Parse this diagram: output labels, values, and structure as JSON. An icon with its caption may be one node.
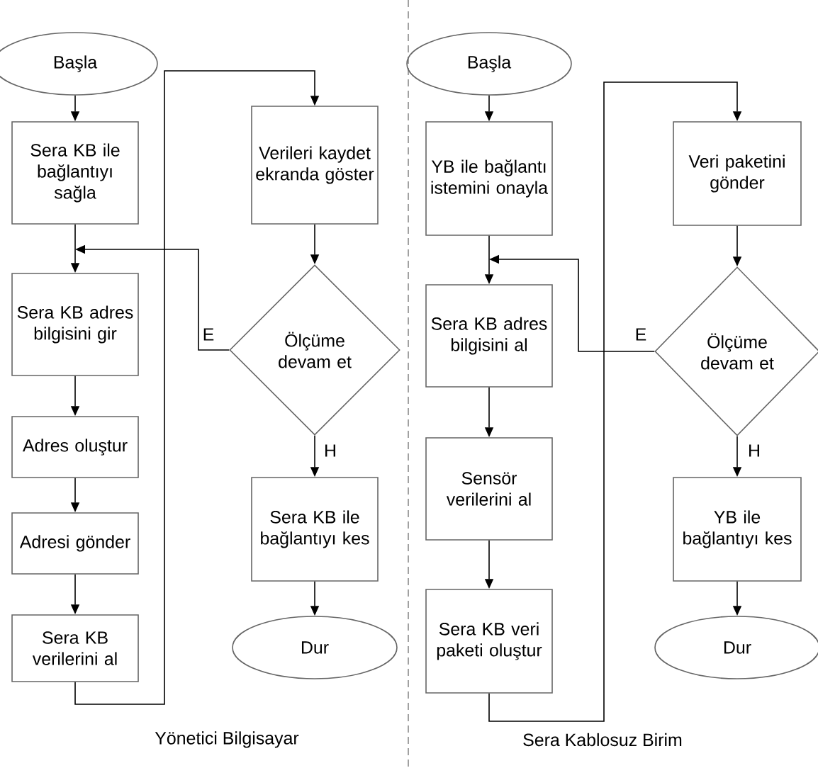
{
  "diagram": {
    "nodes": [
      {
        "text": [
          "Başla"
        ]
      },
      {
        "text": [
          "Sera KB ile bağlantıyı sağla"
        ]
      },
      {
        "text": [
          "Sera KB adres bilgisini gir"
        ]
      },
      {
        "text": [
          "Adres oluştur"
        ]
      },
      {
        "text": [
          "Adresi gönder"
        ]
      },
      {
        "text": [
          "Sera KB verilerini al"
        ]
      },
      {
        "text": [
          "Verileri kaydet ekranda göster"
        ]
      },
      {
        "text": [
          "Ölçüme devam et"
        ]
      },
      {
        "text": [
          "Sera KB ile bağlantıyı kes"
        ]
      },
      {
        "text": [
          "Dur"
        ]
      },
      {
        "text": [
          "Başla"
        ]
      },
      {
        "text": [
          "YB ile bağlantı istemini onayla"
        ]
      },
      {
        "text": [
          "Sera KB adres bilgisini al"
        ]
      },
      {
        "text": [
          "Sensör verilerini al"
        ]
      },
      {
        "text": [
          "Sera KB veri paketi oluştur"
        ]
      },
      {
        "text": [
          "Veri paketini gönder"
        ]
      },
      {
        "text": [
          "Ölçüme devam et"
        ]
      },
      {
        "text": [
          "YB ile bağlantıyı kes"
        ]
      },
      {
        "text": [
          "Dur"
        ]
      }
    ],
    "edges": [
      {
        "from": 0,
        "to": 1,
        "arrow": "to"
      },
      {
        "from": 1,
        "to": 2,
        "arrow": "to"
      },
      {
        "from": 2,
        "to": 3,
        "arrow": "to"
      },
      {
        "from": 3,
        "to": 4,
        "arrow": "to"
      },
      {
        "from": 4,
        "to": 5,
        "arrow": "to"
      },
      {
        "from": 5,
        "to": 6,
        "arrow": "to"
      },
      {
        "from": 6,
        "to": 7,
        "arrow": "to"
      },
      {
        "from": 7,
        "to": 2,
        "arrow": "to",
        "label": "E"
      },
      {
        "from": 7,
        "to": 8,
        "arrow": "to",
        "label": "H"
      },
      {
        "from": 8,
        "to": 9,
        "arrow": "to"
      },
      {
        "from": 10,
        "to": 11,
        "arrow": "to"
      },
      {
        "from": 11,
        "to": 12,
        "arrow": "to"
      },
      {
        "from": 12,
        "to": 13,
        "arrow": "to"
      },
      {
        "from": 13,
        "to": 14,
        "arrow": "to"
      },
      {
        "from": 14,
        "to": 15,
        "arrow": "to"
      },
      {
        "from": 15,
        "to": 16,
        "arrow": "to"
      },
      {
        "from": 16,
        "to": 12,
        "arrow": "to",
        "label": "E"
      },
      {
        "from": 16,
        "to": 17,
        "arrow": "to",
        "label": "H"
      },
      {
        "from": 17,
        "to": 18,
        "arrow": "to"
      }
    ],
    "labels": [
      "Yönetici Bilgisayar",
      "Sera Kablosuz Birim"
    ]
  }
}
